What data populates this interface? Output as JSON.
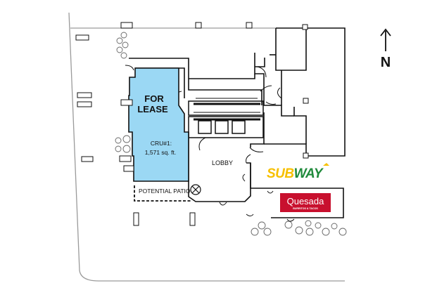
{
  "north_label": "N",
  "lease_unit": {
    "title_line1": "FOR",
    "title_line2": "LEASE",
    "unit_name": "CRU#1:",
    "unit_area": "1,571 sq. ft.",
    "fill_color": "#9bd8f4"
  },
  "lobby_label": "LOBBY",
  "patio_label": "POTENTIAL PATIO",
  "tenants": {
    "subway": {
      "name_part1": "SUB",
      "name_part2": "WAY",
      "yellow": "#f7c000",
      "green": "#1f8a3b"
    },
    "quesada": {
      "name": "Quesada",
      "tagline": "BURRITOS & TACOS",
      "red": "#c8102e"
    }
  },
  "colors": {
    "wall": "#111111",
    "grid": "#c8c8c8",
    "unit_gray": "#e6e6e6"
  }
}
